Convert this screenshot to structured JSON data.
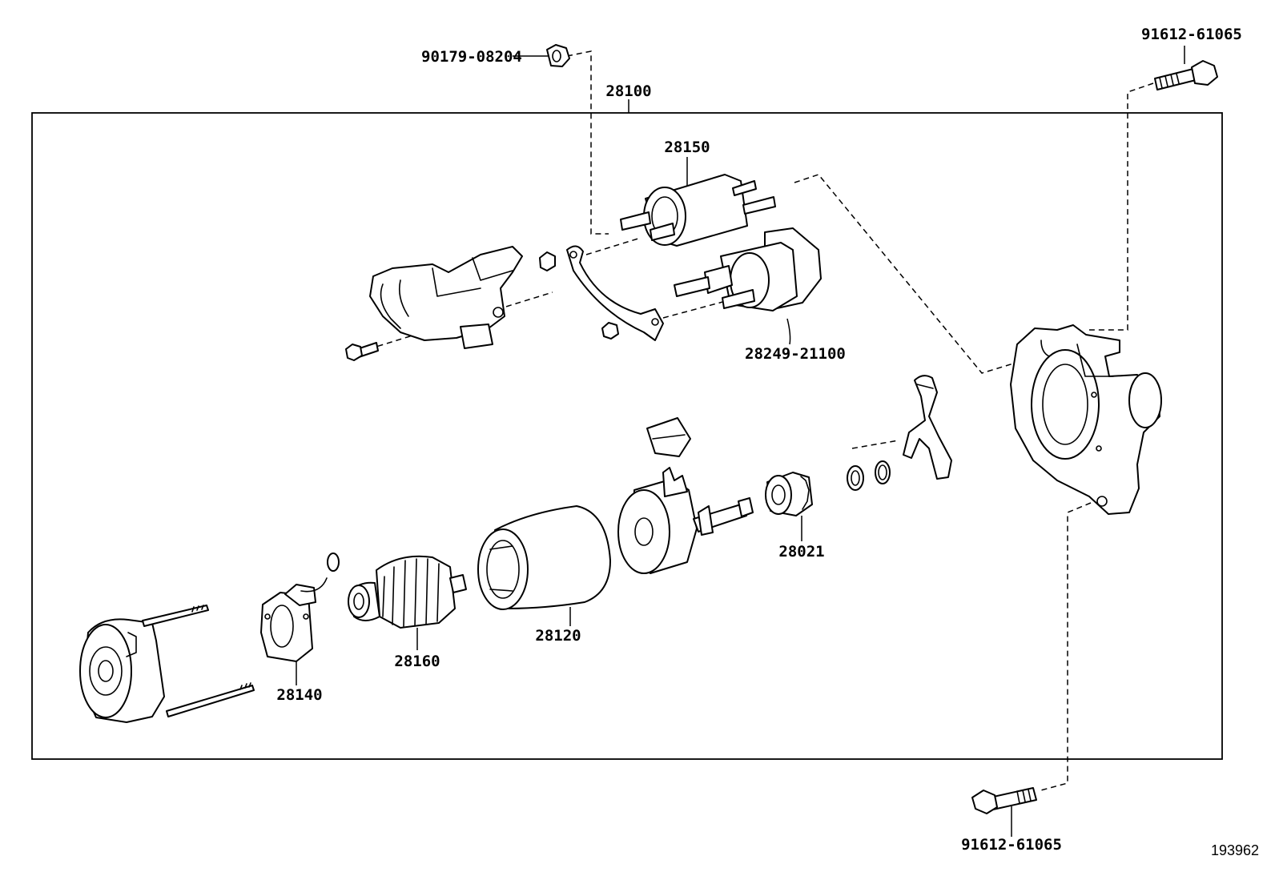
{
  "labels": {
    "assembly": "28100",
    "nut_top": "90179-08204",
    "bolt_top": "91612-61065",
    "bolt_bottom": "91612-61065",
    "solenoid": "28150",
    "solenoid_plunger": "28249-21100",
    "drive_gear": "28021",
    "yoke": "28120",
    "armature": "28160",
    "brush_holder": "28140"
  },
  "ref_number": "193962"
}
